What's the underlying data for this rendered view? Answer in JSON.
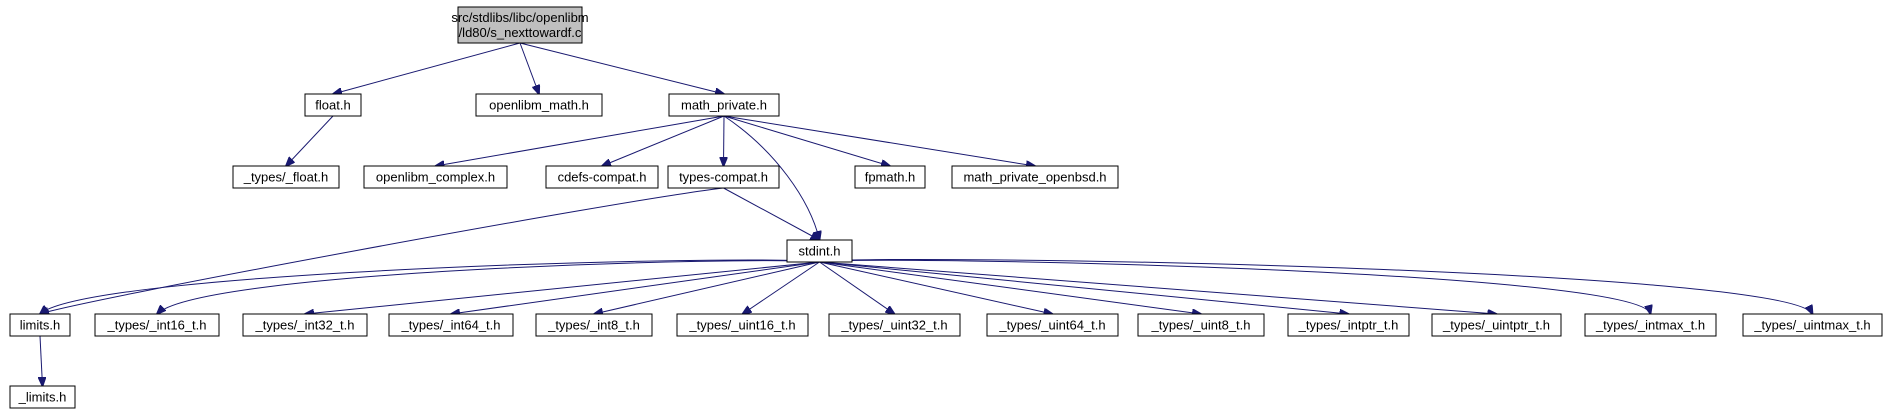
{
  "diagram": {
    "colors": {
      "edge": "#191970",
      "root_fill": "#bfbfbf",
      "node_fill": "#ffffff",
      "node_border": "#000000"
    },
    "nodes": {
      "root": [
        "src/stdlibs/libc/openlibm",
        "/ld80/s_nexttowardf.c"
      ],
      "float_h": [
        "float.h"
      ],
      "openlibm_math_h": [
        "openlibm_math.h"
      ],
      "math_private_h": [
        "math_private.h"
      ],
      "types_float_h": [
        "_types/_float.h"
      ],
      "openlibm_complex_h": [
        "openlibm_complex.h"
      ],
      "cdefs_compat_h": [
        "cdefs-compat.h"
      ],
      "types_compat_h": [
        "types-compat.h"
      ],
      "fpmath_h": [
        "fpmath.h"
      ],
      "math_private_openbsd_h": [
        "math_private_openbsd.h"
      ],
      "stdint_h": [
        "stdint.h"
      ],
      "limits_h": [
        "limits.h"
      ],
      "int16_t_h": [
        "_types/_int16_t.h"
      ],
      "int32_t_h": [
        "_types/_int32_t.h"
      ],
      "int64_t_h": [
        "_types/_int64_t.h"
      ],
      "int8_t_h": [
        "_types/_int8_t.h"
      ],
      "uint16_t_h": [
        "_types/_uint16_t.h"
      ],
      "uint32_t_h": [
        "_types/_uint32_t.h"
      ],
      "uint64_t_h": [
        "_types/_uint64_t.h"
      ],
      "uint8_t_h": [
        "_types/_uint8_t.h"
      ],
      "intptr_t_h": [
        "_types/_intptr_t.h"
      ],
      "uintptr_t_h": [
        "_types/_uintptr_t.h"
      ],
      "intmax_t_h": [
        "_types/_intmax_t.h"
      ],
      "uintmax_t_h": [
        "_types/_uintmax_t.h"
      ],
      "limits_inner_h": [
        "_limits.h"
      ]
    },
    "edges": [
      [
        "root",
        "float_h"
      ],
      [
        "root",
        "openlibm_math_h"
      ],
      [
        "root",
        "math_private_h"
      ],
      [
        "float_h",
        "types_float_h"
      ],
      [
        "math_private_h",
        "openlibm_complex_h"
      ],
      [
        "math_private_h",
        "cdefs_compat_h"
      ],
      [
        "math_private_h",
        "types_compat_h"
      ],
      [
        "math_private_h",
        "stdint_h"
      ],
      [
        "math_private_h",
        "fpmath_h"
      ],
      [
        "math_private_h",
        "math_private_openbsd_h"
      ],
      [
        "types_compat_h",
        "stdint_h"
      ],
      [
        "types_compat_h",
        "limits_h"
      ],
      [
        "stdint_h",
        "limits_h"
      ],
      [
        "stdint_h",
        "int16_t_h"
      ],
      [
        "stdint_h",
        "int32_t_h"
      ],
      [
        "stdint_h",
        "int64_t_h"
      ],
      [
        "stdint_h",
        "int8_t_h"
      ],
      [
        "stdint_h",
        "uint16_t_h"
      ],
      [
        "stdint_h",
        "uint32_t_h"
      ],
      [
        "stdint_h",
        "uint64_t_h"
      ],
      [
        "stdint_h",
        "uint8_t_h"
      ],
      [
        "stdint_h",
        "intptr_t_h"
      ],
      [
        "stdint_h",
        "uintptr_t_h"
      ],
      [
        "stdint_h",
        "intmax_t_h"
      ],
      [
        "stdint_h",
        "uintmax_t_h"
      ],
      [
        "limits_h",
        "limits_inner_h"
      ]
    ]
  }
}
